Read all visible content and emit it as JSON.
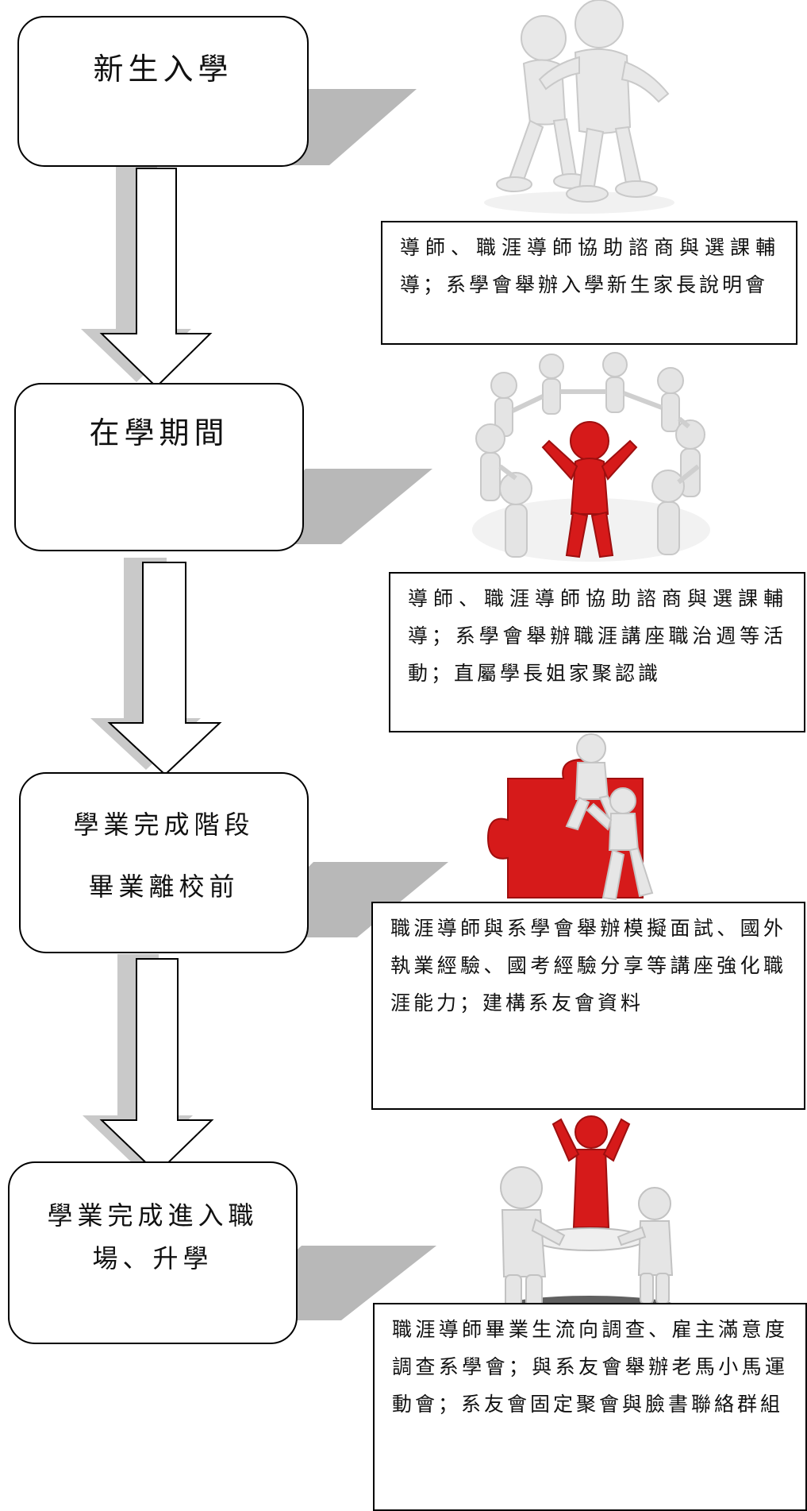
{
  "steps": [
    {
      "lines": [
        "新生入學"
      ]
    },
    {
      "lines": [
        "在學期間"
      ]
    },
    {
      "lines": [
        "學業完成階段",
        "畢業離校前"
      ]
    },
    {
      "lines": [
        "學業完成進入職",
        "場、升學"
      ]
    }
  ],
  "notes": [
    "導師、職涯導師協助諮商與選課輔導；系學會舉辦入學新生家長說明會",
    "導師、職涯導師協助諮商與選課輔導；系學會舉辦職涯講座職治週等活動；直屬學長姐家聚認識",
    "職涯導師與系學會舉辦模擬面試、國外執業經驗、國考經驗分享等講座強化職涯能力；建構系友會資料",
    "職涯導師畢業生流向調查、雇主滿意度調查系學會；與系友會舉辦老馬小馬運動會；系友會固定聚會與臉書聯絡群組"
  ],
  "colors": {
    "figure_white": "#e9e9e9",
    "figure_red": "#d61a1a",
    "shadow": "#b3b3b3"
  }
}
